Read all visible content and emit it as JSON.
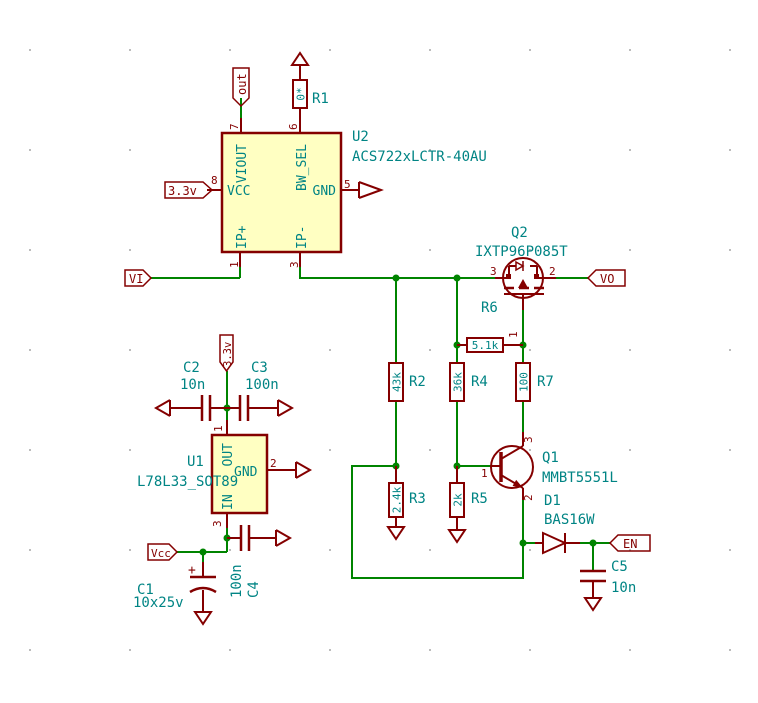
{
  "schematic": {
    "colors": {
      "wire": "#008400",
      "symbol": "#840000",
      "text_teal": "#008484",
      "body_fill": "#FFFFC2",
      "background": "#FFFFFF",
      "grid_dot": "#A6A6A6"
    },
    "u2": {
      "ref": "U2",
      "value": "ACS722xLCTR-40AU",
      "pin_names": {
        "viout": "VIOUT",
        "bw_sel": "BW_SEL",
        "vcc": "VCC",
        "gnd": "GND",
        "ip_plus": "IP+",
        "ip_minus": "IP-"
      },
      "pin_nums": {
        "p7": "7",
        "p6": "6",
        "p8": "8",
        "p5": "5",
        "p1": "1",
        "p3": "3"
      }
    },
    "u1": {
      "ref": "U1",
      "value": "L78L33_SOT89",
      "pin_names": {
        "out": "OUT",
        "gnd": "GND",
        "in": "IN"
      },
      "pin_nums": {
        "p1": "1",
        "p2": "2",
        "p3": "3"
      }
    },
    "q1": {
      "ref": "Q1",
      "value": "MMBT5551L",
      "pin_nums": {
        "p1": "1",
        "p2": "2",
        "p3": "3"
      }
    },
    "q2": {
      "ref": "Q2",
      "value": "IXTP96P085T",
      "pin_nums": {
        "p1": "1",
        "p2": "2",
        "p3": "3"
      }
    },
    "d1": {
      "ref": "D1",
      "value": "BAS16W"
    },
    "r1": {
      "ref": "R1",
      "value": "0*"
    },
    "r2": {
      "ref": "R2",
      "value": "43k"
    },
    "r3": {
      "ref": "R3",
      "value": "2.4k"
    },
    "r4": {
      "ref": "R4",
      "value": "36k"
    },
    "r5": {
      "ref": "R5",
      "value": "2k"
    },
    "r6": {
      "ref": "R6",
      "value": "5.1k"
    },
    "r7": {
      "ref": "R7",
      "value": "100"
    },
    "c1": {
      "ref": "C1",
      "value": "10x25v",
      "plus": "+"
    },
    "c2": {
      "ref": "C2",
      "value": "10n"
    },
    "c3": {
      "ref": "C3",
      "value": "100n"
    },
    "c4": {
      "ref": "C4",
      "value": "100n"
    },
    "c5": {
      "ref": "C5",
      "value": "10n"
    },
    "labels": {
      "out": "out",
      "v33_u2": "3.3v",
      "v33_u1": "3.3v",
      "vi": "VI",
      "vo": "VO",
      "vcc": "Vcc",
      "en": "EN"
    }
  }
}
